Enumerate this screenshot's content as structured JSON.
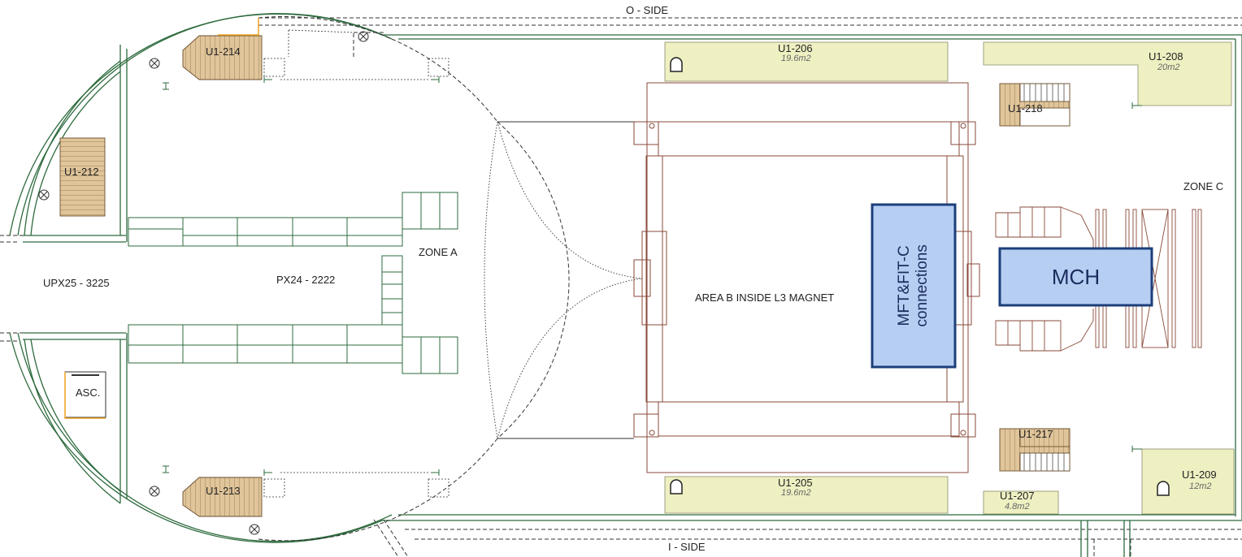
{
  "sides": {
    "top": "O - SIDE",
    "bottom": "I - SIDE"
  },
  "zones": {
    "a": "ZONE A",
    "c": "ZONE C"
  },
  "corridors": {
    "left": "UPX25 - 3225",
    "center": "PX24 - 2222"
  },
  "central_area": "AREA B INSIDE L3 MAGNET",
  "elevator": "ASC.",
  "rooms": {
    "u1_206": {
      "id": "U1-206",
      "area": "19.6m2"
    },
    "u1_205": {
      "id": "U1-205",
      "area": "19.6m2"
    },
    "u1_208": {
      "id": "U1-208",
      "area": "20m2"
    },
    "u1_209": {
      "id": "U1-209",
      "area": "12m2"
    },
    "u1_207": {
      "id": "U1-207",
      "area": "4.8m2"
    },
    "u1_214": {
      "id": "U1-214"
    },
    "u1_212": {
      "id": "U1-212"
    },
    "u1_213": {
      "id": "U1-213"
    },
    "u1_218": {
      "id": "U1-218"
    },
    "u1_217": {
      "id": "U1-217"
    }
  },
  "highlights": {
    "mft": {
      "line1": "MFT&FIT-C",
      "line2": "connections"
    },
    "mch": "MCH"
  },
  "colors": {
    "wall": "#2e6b3e",
    "room_fill": "#eef0c2",
    "stair_fill": "#e0c59a",
    "highlight_fill": "#b7cef3",
    "highlight_border": "#1c3f7a",
    "magnet_line": "#8a4a3a"
  }
}
